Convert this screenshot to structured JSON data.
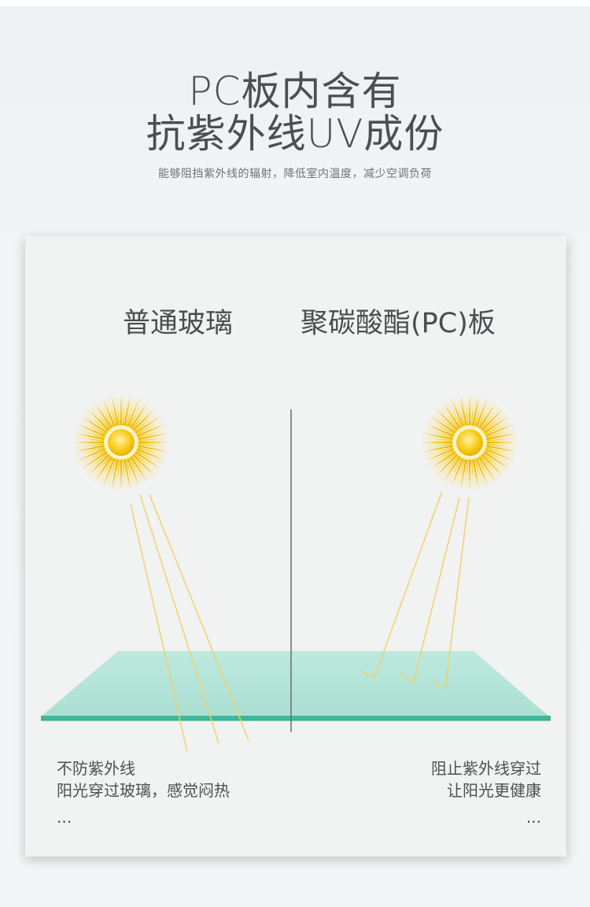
{
  "header": {
    "title_line1": "PC板内含有",
    "title_line2": "抗紫外线UV成份",
    "subtitle": "能够阻挡紫外线的辐射，降低室内温度，减少空调负荷"
  },
  "comparison": {
    "left": {
      "title": "普通玻璃",
      "caption_line1": "不防紫外线",
      "caption_line2": "阳光穿过玻璃，感觉闷热",
      "ellipsis": "..."
    },
    "right": {
      "title": "聚碳酸酯(PC)板",
      "caption_line1": "阻止紫外线穿过",
      "caption_line2": "让阳光更健康",
      "ellipsis": "..."
    }
  },
  "icons": {
    "sun_left": "sun-icon",
    "sun_right": "sun-icon"
  },
  "colors": {
    "glass": "#a9dfd3",
    "glass_edge": "#3db59b",
    "sun_core": "#f7c313",
    "sun_rays": "#f0b800",
    "light_beam": "#f3d57a"
  }
}
